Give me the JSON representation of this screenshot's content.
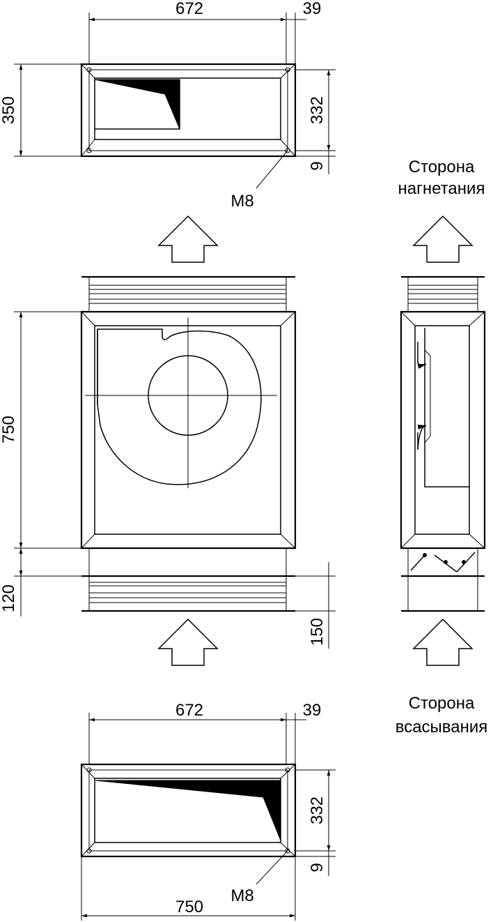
{
  "top_view": {
    "width_dim": "672",
    "flange_dim": "39",
    "height_dim": "350",
    "inner_height_dim": "332",
    "offset_dim": "9",
    "bolt_label": "M8"
  },
  "front_view": {
    "height_dim": "750",
    "inlet_length_dim": "120",
    "inlet_flange_dim": "150"
  },
  "side_view": {
    "discharge_label_line1": "Сторона",
    "discharge_label_line2": "нагнетания",
    "suction_label_line1": "Сторона",
    "suction_label_line2": "всасывания"
  },
  "bottom_view": {
    "width_dim": "672",
    "flange_dim": "39",
    "inner_height_dim": "332",
    "offset_dim": "9",
    "bolt_label": "M8",
    "total_width_dim": "750"
  }
}
